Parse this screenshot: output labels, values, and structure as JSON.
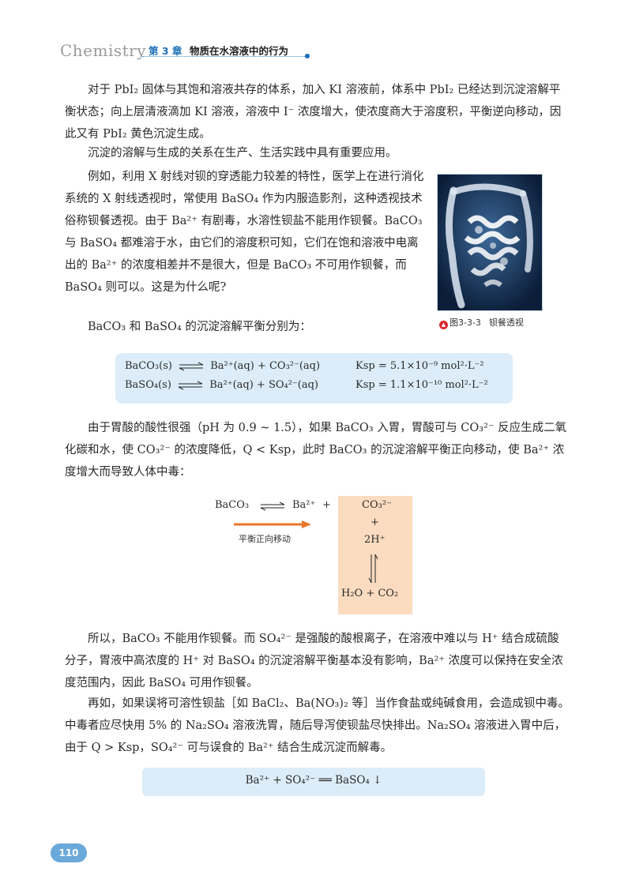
{
  "header": {
    "brand": "Chemistry",
    "chapter_label": "第 3 章",
    "chapter_title": "物质在水溶液中的行为"
  },
  "paragraphs": {
    "p1": "对于 PbI₂ 固体与其饱和溶液共存的体系，加入 KI 溶液前，体系中 PbI₂ 已经达到沉淀溶解平衡状态；向上层清液滴加 KI 溶液，溶液中 I⁻ 浓度增大，使浓度商大于溶度积，平衡逆向移动，因此又有 PbI₂ 黄色沉淀生成。",
    "p2": "沉淀的溶解与生成的关系在生产、生活实践中具有重要应用。",
    "p3": "例如，利用 X 射线对钡的穿透能力较差的特性，医学上在进行消化系统的 X 射线透视时，常使用 BaSO₄ 作为内服造影剂，这种透视技术俗称钡餐透视。由于 Ba²⁺ 有剧毒，水溶性钡盐不能用作钡餐。BaCO₃ 与 BaSO₄ 都难溶于水，由它们的溶度积可知，它们在饱和溶液中电离出的 Ba²⁺ 的浓度相差并不是很大，但是 BaCO₃ 不可用作钡餐，而 BaSO₄ 则可以。这是为什么呢?",
    "p4": "BaCO₃ 和 BaSO₄ 的沉淀溶解平衡分别为：",
    "p5": "由于胃酸的酸性很强（pH 为 0.9 ~ 1.5），如果 BaCO₃ 入胃，胃酸可与 CO₃²⁻ 反应生成二氧化碳和水，使 CO₃²⁻ 的浓度降低，Q < Ksp，此时 BaCO₃ 的沉淀溶解平衡正向移动，使 Ba²⁺ 浓度增大而导致人体中毒：",
    "p6": "所以，BaCO₃ 不能用作钡餐。而 SO₄²⁻ 是强酸的酸根离子，在溶液中难以与 H⁺ 结合成硫酸分子，胃液中高浓度的 H⁺ 对 BaSO₄ 的沉淀溶解平衡基本没有影响，Ba²⁺ 浓度可以保持在安全浓度范围内，因此 BaSO₄ 可用作钡餐。",
    "p7": "再如，如果误将可溶性钡盐［如 BaCl₂、Ba(NO₃)₂ 等］当作食盐或纯碱食用，会造成钡中毒。中毒者应尽快用 5% 的 Na₂SO₄ 溶液洗胃，随后导泻使钡盐尽快排出。Na₂SO₄ 溶液进入胃中后，由于 Q > Ksp，SO₄²⁻ 可与误食的 Ba²⁺ 结合生成沉淀而解毒。"
  },
  "figure": {
    "caption_number": "图3-3-3",
    "caption_title": "钡餐透视"
  },
  "equilibria": {
    "row1_left": "BaCO₃(s)",
    "row1_right": "Ba²⁺(aq) + CO₃²⁻(aq)",
    "row1_ksp": "Ksp = 5.1×10⁻⁹ mol²·L⁻²",
    "row2_left": "BaSO₄(s)",
    "row2_right": "Ba²⁺(aq) + SO₄²⁻(aq)",
    "row2_ksp": "Ksp = 1.1×10⁻¹⁰ mol²·L⁻²"
  },
  "diagram": {
    "left_species": "BaCO₃",
    "ion": "Ba²⁺",
    "plus": "+",
    "carbonate": "CO₃²⁻",
    "plus2": "+",
    "hydrogen": "2H⁺",
    "products": "H₂O + CO₂",
    "shift_label": "平衡正向移动"
  },
  "equation2": "Ba²⁺ + SO₄²⁻ ══ BaSO₄ ↓",
  "page_number": "110",
  "colors": {
    "accent_blue": "#1c6fb8",
    "box_blue": "#dcedf9",
    "shade_orange": "#fbdcc0",
    "arrow_orange": "#e8762a"
  }
}
